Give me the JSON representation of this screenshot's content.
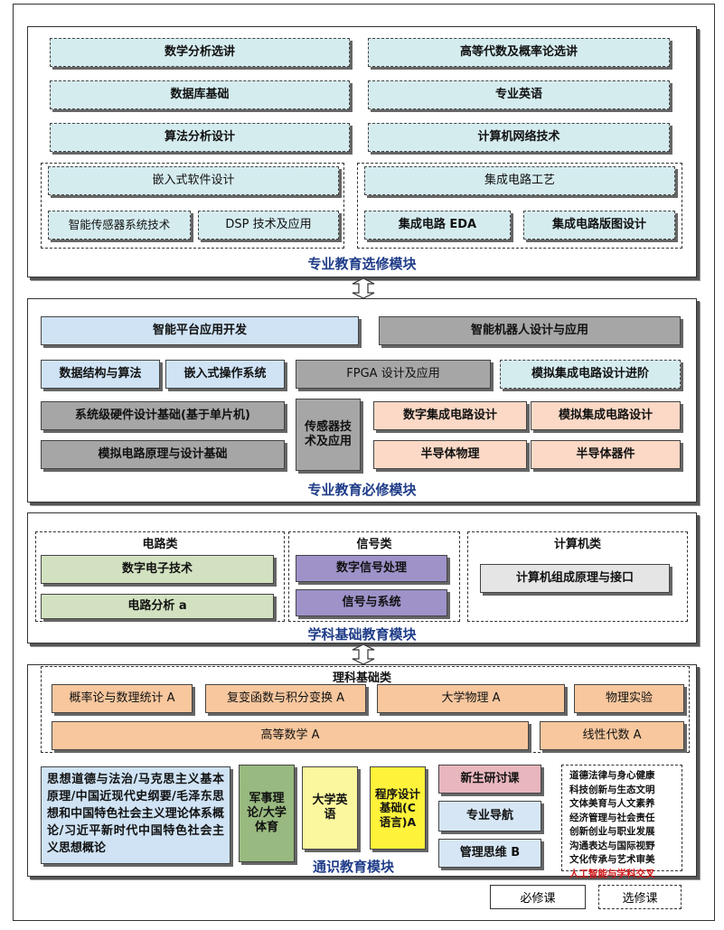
{
  "modules": {
    "elective": {
      "title": "专业教育选修模块",
      "courses": {
        "c1": "数学分析选讲",
        "c2": "高等代数及概率论选讲",
        "c3": "数据库基础",
        "c4": "专业英语",
        "c5": "算法分析设计",
        "c6": "计算机网络技术",
        "g1_main": "嵌入式软件设计",
        "g1_a": "智能传感器系统技术",
        "g1_b": "DSP 技术及应用",
        "g2_main": "集成电路工艺",
        "g2_a": "集成电路 EDA",
        "g2_b": "集成电路版图设计"
      }
    },
    "required": {
      "title": "专业教育必修模块",
      "courses": {
        "r1": "智能平台应用开发",
        "r2": "智能机器人设计与应用",
        "r3": "数据结构与算法",
        "r4": "嵌入式操作系统",
        "r5": "FPGA 设计及应用",
        "r6": "模拟集成电路设计进阶",
        "r7": "系统级硬件设计基础(基于单片机)",
        "r8": "传感器技术及应用",
        "r9": "数字集成电路设计",
        "r10": "模拟集成电路设计",
        "r11": "模拟电路原理与设计基础",
        "r12": "半导体物理",
        "r13": "半导体器件"
      }
    },
    "foundation": {
      "title": "学科基础教育模块",
      "groups": {
        "circuit": {
          "title": "电路类",
          "items": [
            "数字电子技术",
            "电路分析 a"
          ]
        },
        "signal": {
          "title": "信号类",
          "items": [
            "数字信号处理",
            "信号与系统"
          ]
        },
        "computer": {
          "title": "计算机类",
          "items": [
            "计算机组成原理与接口"
          ]
        }
      }
    },
    "general": {
      "title": "通识教育模块",
      "science": {
        "title": "理科基础类",
        "items": [
          "概率论与数理统计 A",
          "复变函数与积分变换 A",
          "大学物理 A",
          "物理实验",
          "高等数学 A",
          "线性代数 A"
        ]
      },
      "politics": "思想道德与法治/马克思主义基本原理/中国近现代史纲要/毛泽东思想和中国特色社会主义理论体系概论/习近平新时代中国特色社会主义思想概论",
      "military": "军事理论/大学体育",
      "english": "大学英语",
      "programming": "程序设计基础(C 语言)A",
      "seminar": "新生研讨课",
      "guide": "专业导航",
      "management": "管理思维 B",
      "electives": [
        "道德法律与身心健康",
        "科技创新与生态文明",
        "文体美育与人文素养",
        "经济管理与社会责任",
        "创新创业与职业发展",
        "沟通表达与国际视野",
        "文化传承与艺术审美",
        "人工智能与学科交叉"
      ]
    }
  },
  "legend": {
    "required": "必修课",
    "elective": "选修课"
  },
  "colors": {
    "title_blue": "#1f3c88",
    "cyan": "#d5ecef",
    "gray": "#a6a6a6",
    "peach": "#fbd9c6",
    "orange": "#f8c79e",
    "green": "#d2e2c0",
    "purple": "#9e92c9",
    "highlight_red": "#d01515"
  }
}
